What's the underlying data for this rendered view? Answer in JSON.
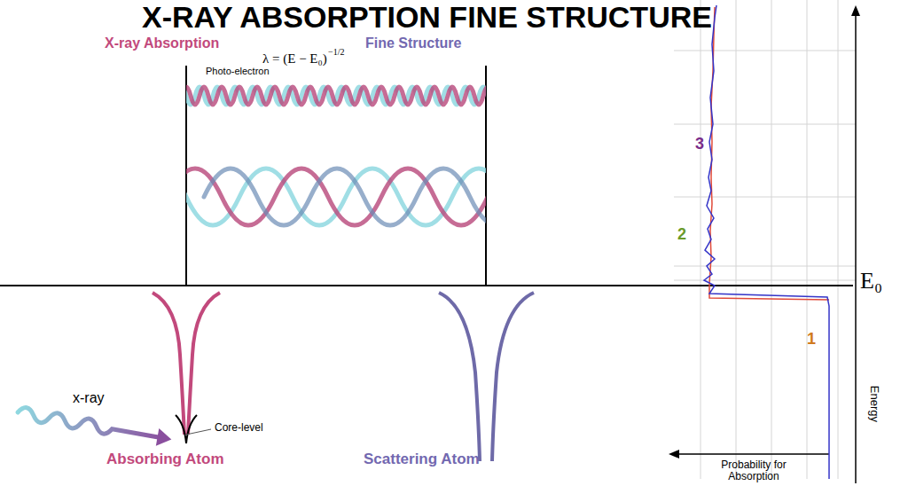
{
  "diagram": {
    "title": "X-RAY ABSORPTION FINE STRUCTURE",
    "labels": [
      "X-ray Absorption",
      "Fine Structure",
      "λ = (E − E₀)",
      "−1/2",
      "Photo-electron",
      "x-ray",
      "Core-level",
      "Absorbing Atom",
      "Scattering Atom",
      "3",
      "2",
      "1",
      "E₀",
      "Energy",
      "Probability for Absorption"
    ]
  }
}
